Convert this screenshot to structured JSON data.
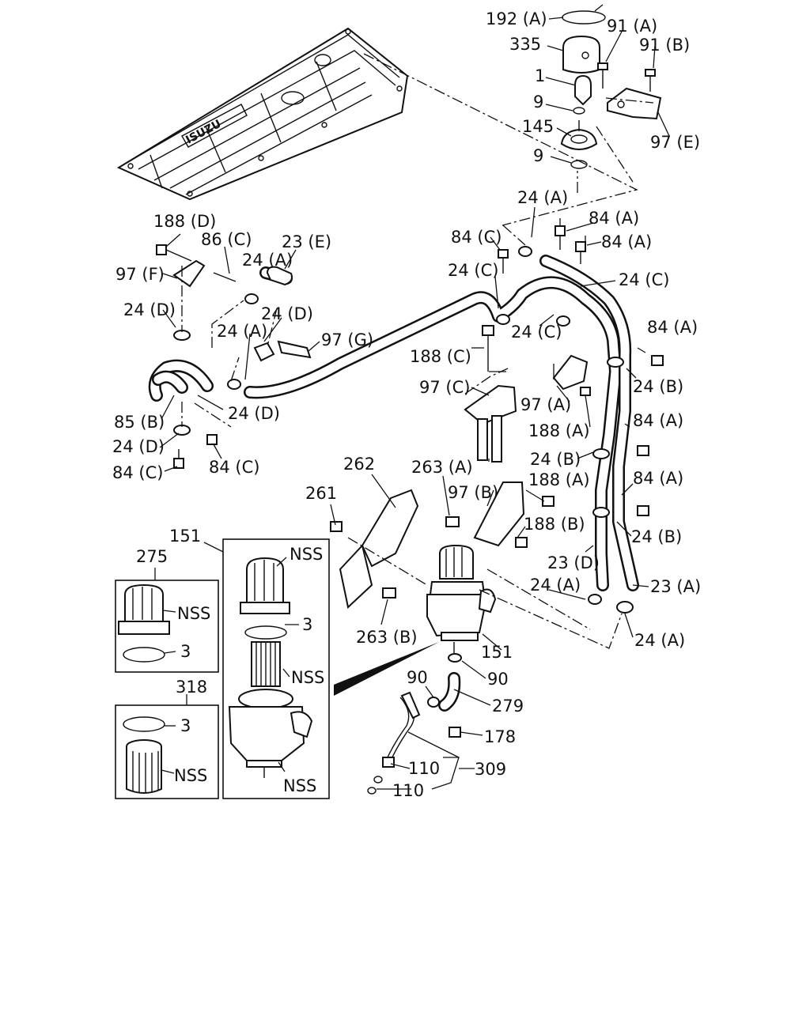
{
  "labels": {
    "l192A": "192 (A)",
    "l91A": "91 (A)",
    "l335": "335",
    "l91B": "91 (B)",
    "l1": "1",
    "l9a": "9",
    "l145": "145",
    "l97E": "97 (E)",
    "l9b": "9",
    "l24A_top": "24 (A)",
    "l84A_1": "84 (A)",
    "l84C_1": "84 (C)",
    "l84A_2": "84 (A)",
    "l188D": "188 (D)",
    "l86C": "86 (C)",
    "l23E": "23 (E)",
    "l97F": "97 (F)",
    "l24A_l1": "24 (A)",
    "l24C_1": "24 (C)",
    "l24C_2": "24 (C)",
    "l24D_1": "24 (D)",
    "l24D_2": "24 (D)",
    "l24A_l2": "24 (A)",
    "l97G": "97 (G)",
    "l24C_3": "24 (C)",
    "l84A_3": "84 (A)",
    "l188C": "188 (C)",
    "l24B_1": "24 (B)",
    "l97C": "97 (C)",
    "l97A": "97 (A)",
    "l85B": "85 (B)",
    "l24D_3": "24 (D)",
    "l188A_1": "188 (A)",
    "l84A_4": "84 (A)",
    "l24D_4": "24 (D)",
    "l84C_2": "84 (C)",
    "l84C_3": "84 (C)",
    "l24B_2": "24 (B)",
    "l262": "262",
    "l263A": "263 (A)",
    "l84A_5": "84 (A)",
    "l97B": "97 (B)",
    "l188A_2": "188 (A)",
    "l261": "261",
    "l188B": "188 (B)",
    "l24B_3": "24 (B)",
    "l151_1": "151",
    "l275": "275",
    "l23D": "23 (D)",
    "lNSS_1": "NSS",
    "l24A_r1": "24 (A)",
    "l23A": "23 (A)",
    "lNSS_2": "NSS",
    "l3_1": "3",
    "l3_2": "3",
    "l263B": "263 (B)",
    "l24A_r2": "24 (A)",
    "l151_2": "151",
    "lNSS_3": "NSS",
    "l90_1": "90",
    "l90_2": "90",
    "l318": "318",
    "l279": "279",
    "l3_3": "3",
    "l178": "178",
    "lNSS_4": "NSS",
    "l110_1": "110",
    "l309": "309",
    "lNSS_5": "NSS",
    "l110_2": "110"
  },
  "cover_text": "ISUZU"
}
